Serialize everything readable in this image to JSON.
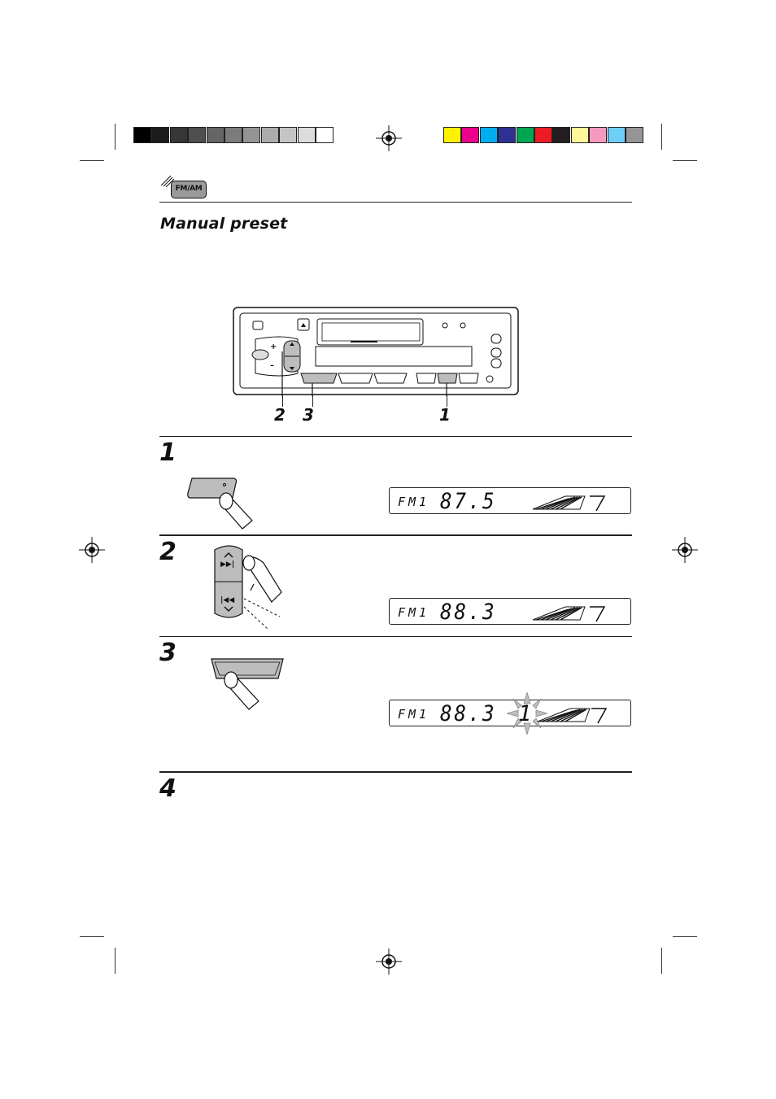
{
  "page": {
    "source_badge": "FM/AM",
    "section_title": "Manual preset"
  },
  "callouts": [
    "2",
    "3",
    "1"
  ],
  "steps": [
    {
      "number": "1",
      "display": {
        "band": "FM1",
        "frequency": "87.5",
        "preset": ""
      }
    },
    {
      "number": "2",
      "display": {
        "band": "FM1",
        "frequency": "88.3",
        "preset": ""
      }
    },
    {
      "number": "3",
      "display": {
        "band": "FM1",
        "frequency": "88.3",
        "preset": "1"
      }
    },
    {
      "number": "4"
    }
  ],
  "color_bar": {
    "grays": [
      "#000000",
      "#1c1c1c",
      "#363636",
      "#4e4e4e",
      "#656565",
      "#7c7c7c",
      "#949494",
      "#acacac",
      "#c4c4c4",
      "#dcdcdc",
      "#ffffff"
    ],
    "colors": [
      "#fff200",
      "#ec008c",
      "#00aeef",
      "#2e3192",
      "#00a651",
      "#ed1c24",
      "#231f20",
      "#fff799",
      "#f49ac1",
      "#6dcff6",
      "#959595"
    ]
  }
}
